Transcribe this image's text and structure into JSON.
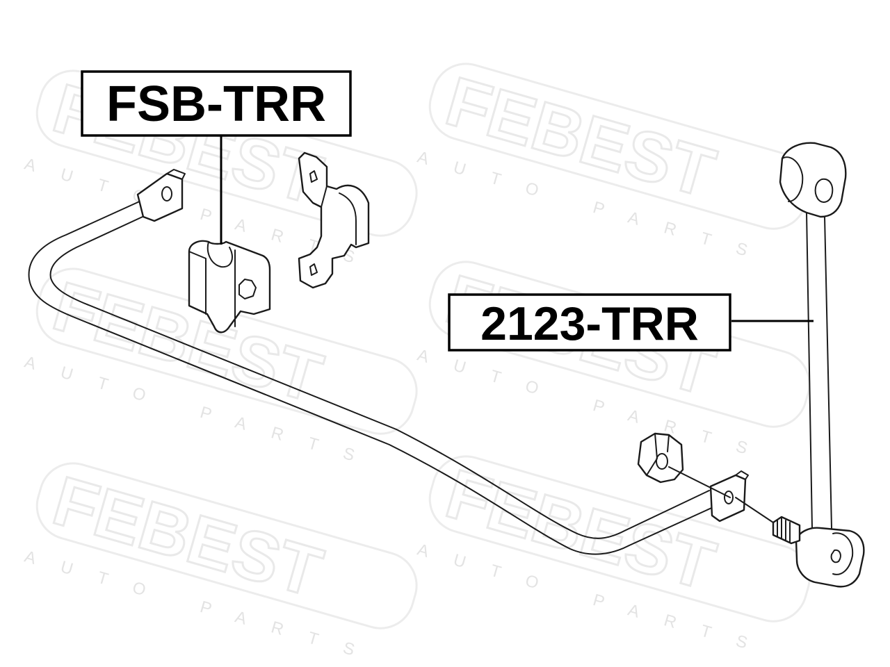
{
  "watermark": {
    "brand": "FEBEST",
    "subtitle": "AUTO PARTS",
    "grayscale": "#e9e9e9"
  },
  "callouts": [
    {
      "id": "stabilizer-bushing",
      "label": "FSB-TRR"
    },
    {
      "id": "stabilizer-link",
      "label": "2123-TRR"
    }
  ],
  "colors": {
    "line": "#1a1a1a",
    "background": "#ffffff"
  }
}
